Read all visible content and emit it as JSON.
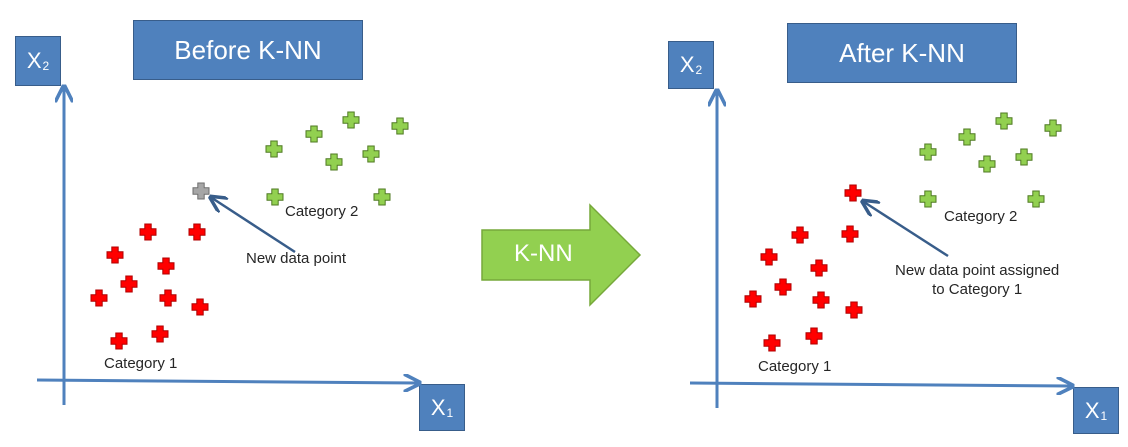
{
  "before": {
    "title": "Before K-NN",
    "x_axis_label": "X",
    "x_axis_sub": "1",
    "y_axis_label": "X",
    "y_axis_sub": "2",
    "category1_label": "Category 1",
    "category2_label": "Category 2",
    "new_point_label": "New data point"
  },
  "after": {
    "title": "After K-NN",
    "x_axis_label": "X",
    "x_axis_sub": "1",
    "y_axis_label": "X",
    "y_axis_sub": "2",
    "category1_label": "Category 1",
    "category2_label": "Category 2",
    "new_point_label_line1": "New data point assigned",
    "new_point_label_line2": "to Category 1"
  },
  "transition": {
    "label": "K-NN"
  },
  "colors": {
    "category1": "#ff0000",
    "category2": "#92d050",
    "new_point": "#a6a6a6",
    "axis": "#4f81bd",
    "box": "#4f81bd",
    "arrow": "#92d050"
  }
}
